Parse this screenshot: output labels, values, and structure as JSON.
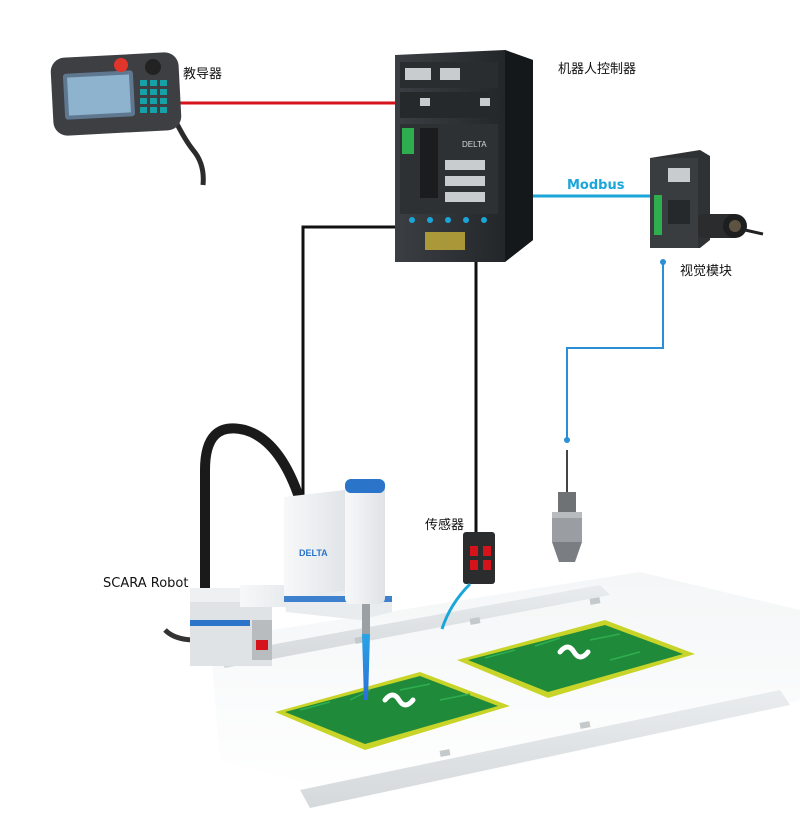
{
  "labels": {
    "teach_pendant": "教导器",
    "robot_controller": "机器人控制器",
    "modbus": "Modbus",
    "vision_module": "视觉模块",
    "sensor": "传感器",
    "scara_robot": "SCARA Robot"
  },
  "brand": {
    "logo_text": "DELTA"
  },
  "colors": {
    "pendant_link": "#d6121a",
    "modbus_link": "#1aa6d9",
    "camera_link": "#2b8fd6",
    "wiring": "#111111",
    "pcb_green": "#1f8a3a",
    "pcb_yellow": "#c8d428",
    "robot_blue": "#2a74c9",
    "glue_blue": "#2aa4e6"
  }
}
